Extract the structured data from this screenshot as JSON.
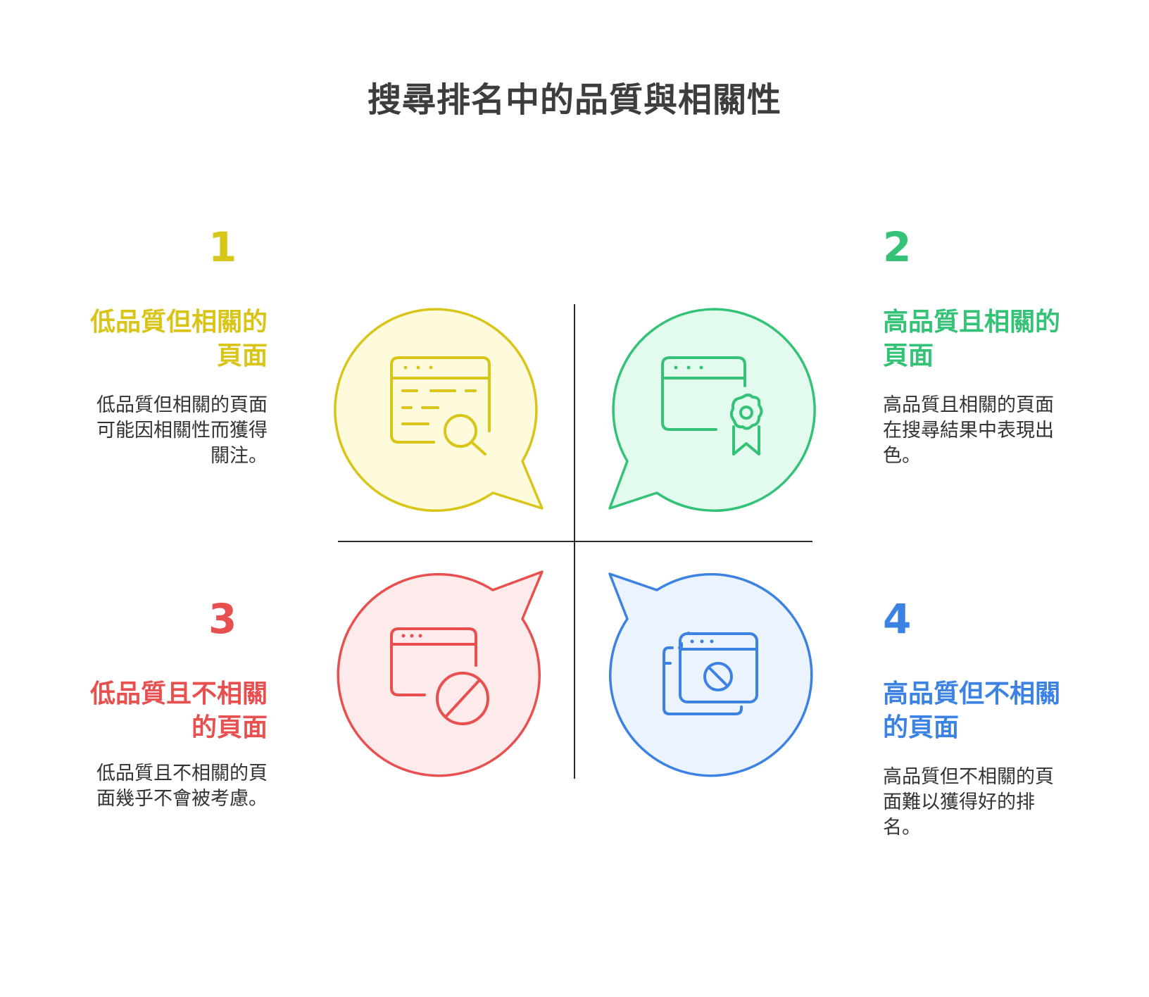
{
  "title": "搜尋排名中的品質與相關性",
  "colors": {
    "yellow": "#d9c418",
    "green": "#34c276",
    "red": "#e85050",
    "blue": "#3c82e3",
    "yellow_fill": "#fefbdc",
    "green_fill": "#e2fbee",
    "red_fill": "#fdeaea",
    "blue_fill": "#ebf3fe",
    "axis": "#2b2b2b"
  },
  "quadrants": [
    {
      "number": "1",
      "heading_line1": "低品質但相關的",
      "heading_line2": "頁面",
      "desc_line1": "低品質但相關的頁面",
      "desc_line2": "可能因相關性而獲得",
      "desc_line3": "關注。",
      "icon": "browser-search-icon"
    },
    {
      "number": "2",
      "heading_line1": "高品質且相關的",
      "heading_line2": "頁面",
      "desc_line1": "高品質且相關的頁面",
      "desc_line2": "在搜尋結果中表現出",
      "desc_line3": "色。",
      "icon": "browser-award-icon"
    },
    {
      "number": "3",
      "heading_line1": "低品質且不相關",
      "heading_line2": "的頁面",
      "desc_line1": "低品質且不相關的頁",
      "desc_line2": "面幾乎不會被考慮。",
      "icon": "browser-blocked-icon"
    },
    {
      "number": "4",
      "heading_line1": "高品質但不相關",
      "heading_line2": "的頁面",
      "desc_line1": "高品質但不相關的頁",
      "desc_line2": "面難以獲得好的排",
      "desc_line3": "名。",
      "icon": "browser-stack-blocked-icon"
    }
  ]
}
